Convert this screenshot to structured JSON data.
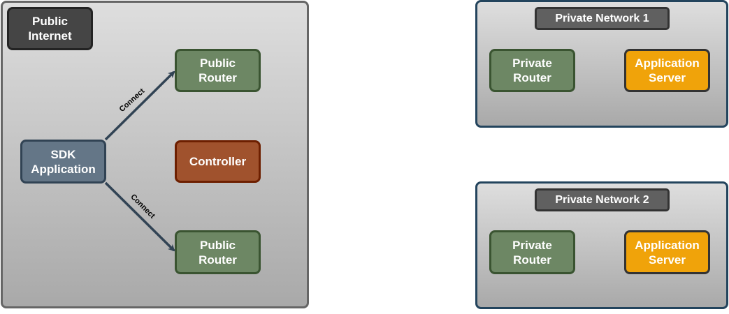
{
  "public_zone": {
    "title": "Public\nInternet",
    "sdk_app": "SDK\nApplication",
    "public_router_top": "Public\nRouter",
    "controller": "Controller",
    "public_router_bottom": "Public\nRouter",
    "edges": [
      {
        "from": "SDK Application",
        "to": "Public Router (top)",
        "label": "Connect"
      },
      {
        "from": "SDK Application",
        "to": "Public Router (bottom)",
        "label": "Connect"
      }
    ]
  },
  "private_networks": [
    {
      "title": "Private Network 1",
      "router": "Private\nRouter",
      "server": "Application\nServer"
    },
    {
      "title": "Private Network 2",
      "router": "Private\nRouter",
      "server": "Application\nServer"
    }
  ],
  "colors": {
    "router": "#6d8764",
    "sdk": "#647687",
    "controller": "#a0522d",
    "server": "#f0a30a",
    "edge": "#314354",
    "private_border": "#23445d"
  }
}
